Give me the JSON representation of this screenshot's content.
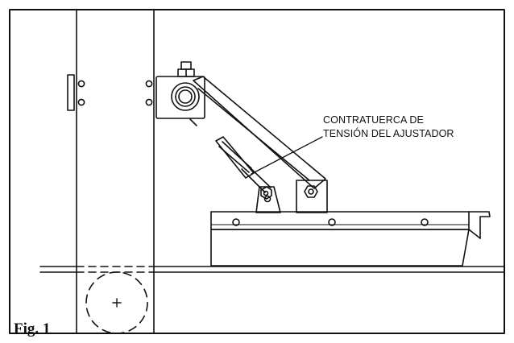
{
  "figure": {
    "label": "Fig. 1"
  },
  "callout": {
    "line1": "CONTRATUERCA DE",
    "line2": "TENSIÓN DEL AJUSTADOR"
  }
}
